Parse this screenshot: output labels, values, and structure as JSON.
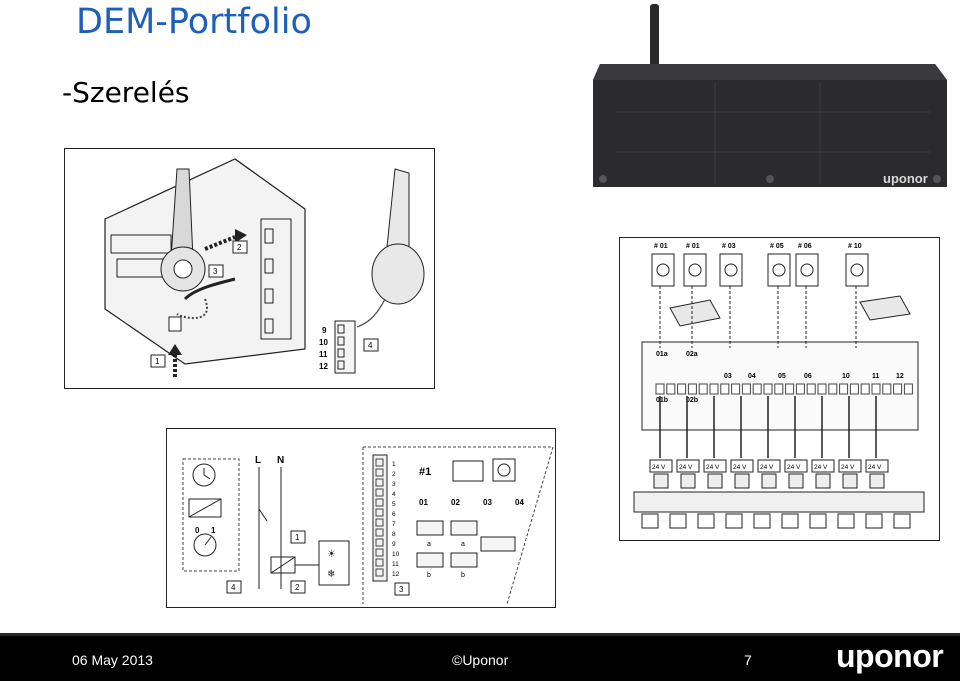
{
  "slide": {
    "title": "DEM-Portfolio",
    "subtitle": "-Szerelés"
  },
  "device_photo": {
    "brand_label": "uponor"
  },
  "install_diagram": {
    "callouts": [
      "1",
      "2",
      "3",
      "4"
    ],
    "terminals": [
      "9",
      "10",
      "11",
      "12"
    ]
  },
  "wiring_left": {
    "phase_labels": [
      "L",
      "N"
    ],
    "switch_labels": [
      "0",
      "1"
    ],
    "callouts": [
      "1",
      "2",
      "3",
      "4"
    ],
    "terminal_numbers": [
      "1",
      "2",
      "3",
      "4",
      "5",
      "6",
      "7",
      "8",
      "9",
      "10",
      "11",
      "12"
    ],
    "module_label": "#1",
    "channel_labels": [
      "01",
      "02",
      "03",
      "04"
    ],
    "sub_labels": [
      "a",
      "a",
      "b",
      "b"
    ]
  },
  "wiring_right": {
    "thermostat_labels": [
      "# 01",
      "# 01",
      "# 03",
      "# 05",
      "# 06",
      "# 10"
    ],
    "channel_top": [
      "01a",
      "02a"
    ],
    "channel_mid": [
      "03",
      "04",
      "05",
      "06",
      "10",
      "11",
      "12"
    ],
    "channel_bottom": [
      "01b",
      "02b"
    ],
    "actuator_labels": [
      "24 V",
      "24 V",
      "24 V",
      "24 V",
      "24 V",
      "24 V",
      "24 V",
      "24 V",
      "24 V"
    ]
  },
  "footer": {
    "date": "06 May 2013",
    "copyright": "©Uponor",
    "page_number": "7",
    "logo": "uponor"
  },
  "colors": {
    "title_blue": "#1f5fb8",
    "footer_bg": "#000000"
  }
}
